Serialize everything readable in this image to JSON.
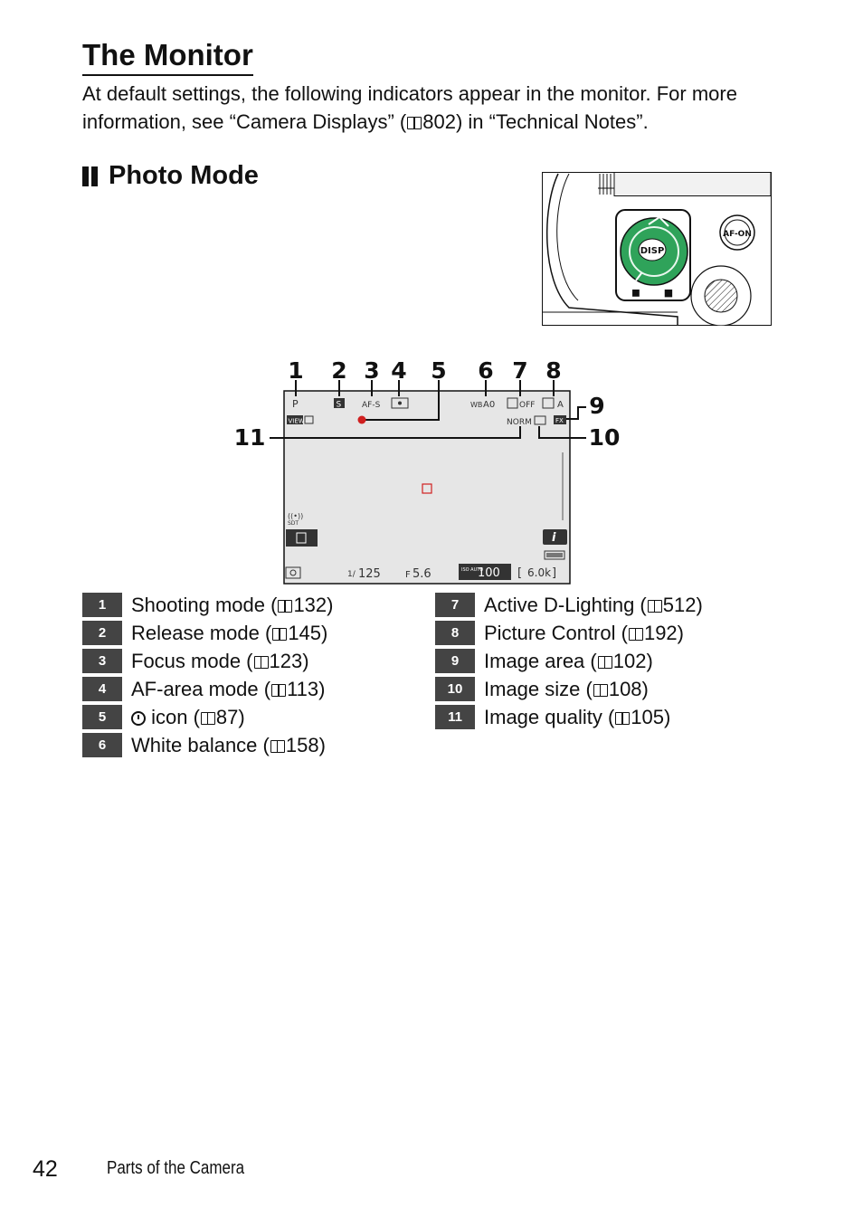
{
  "title": "The Monitor",
  "intro": {
    "before": "At default settings, the following indicators appear in the monitor. For more information, see “Camera Displays” (",
    "page_ref": "802",
    "after": ") in “Technical Notes”."
  },
  "section_title": "Photo Mode",
  "camera_illustration": {
    "disp_label": "DISP",
    "afon_label": "AF-ON"
  },
  "callouts": [
    "1",
    "2",
    "3",
    "4",
    "5",
    "6",
    "7",
    "8",
    "9",
    "10",
    "11"
  ],
  "monitor_readouts": {
    "shooting_mode": "P",
    "release_mode": "S",
    "focus_mode": "AF-S",
    "white_balance": "A0",
    "adl": "OFF",
    "picture_control": "A",
    "image_quality": "NORM",
    "image_area": "FX",
    "shutter": "125",
    "aperture": "5.6",
    "iso_label": "ISO AUTO",
    "iso": "100",
    "shots": "6.0k",
    "view_mode": "VIEW"
  },
  "legend_left": [
    {
      "num": "1",
      "label": "Shooting mode (",
      "ref": "132"
    },
    {
      "num": "2",
      "label": "Release mode (",
      "ref": "145"
    },
    {
      "num": "3",
      "label": "Focus mode (",
      "ref": "123"
    },
    {
      "num": "4",
      "label": "AF-area mode (",
      "ref": "113"
    },
    {
      "num": "5",
      "label": " icon (",
      "ref": "87"
    },
    {
      "num": "6",
      "label": "White balance (",
      "ref": "158"
    }
  ],
  "legend_right": [
    {
      "num": "7",
      "label": "Active D-Lighting (",
      "ref": "512"
    },
    {
      "num": "8",
      "label": "Picture Control (",
      "ref": "192"
    },
    {
      "num": "9",
      "label": "Image area (",
      "ref": "102"
    },
    {
      "num": "10",
      "label": "Image size (",
      "ref": "108"
    },
    {
      "num": "11",
      "label": "Image quality (",
      "ref": "105"
    }
  ],
  "footer": {
    "page_number": "42",
    "section": "Parts of the Camera"
  },
  "colors": {
    "disp_button_green": "#2fa35a",
    "monitor_bg": "#e6e6e6",
    "af_point_red": "#d02020",
    "legend_number_bg": "#444444"
  }
}
